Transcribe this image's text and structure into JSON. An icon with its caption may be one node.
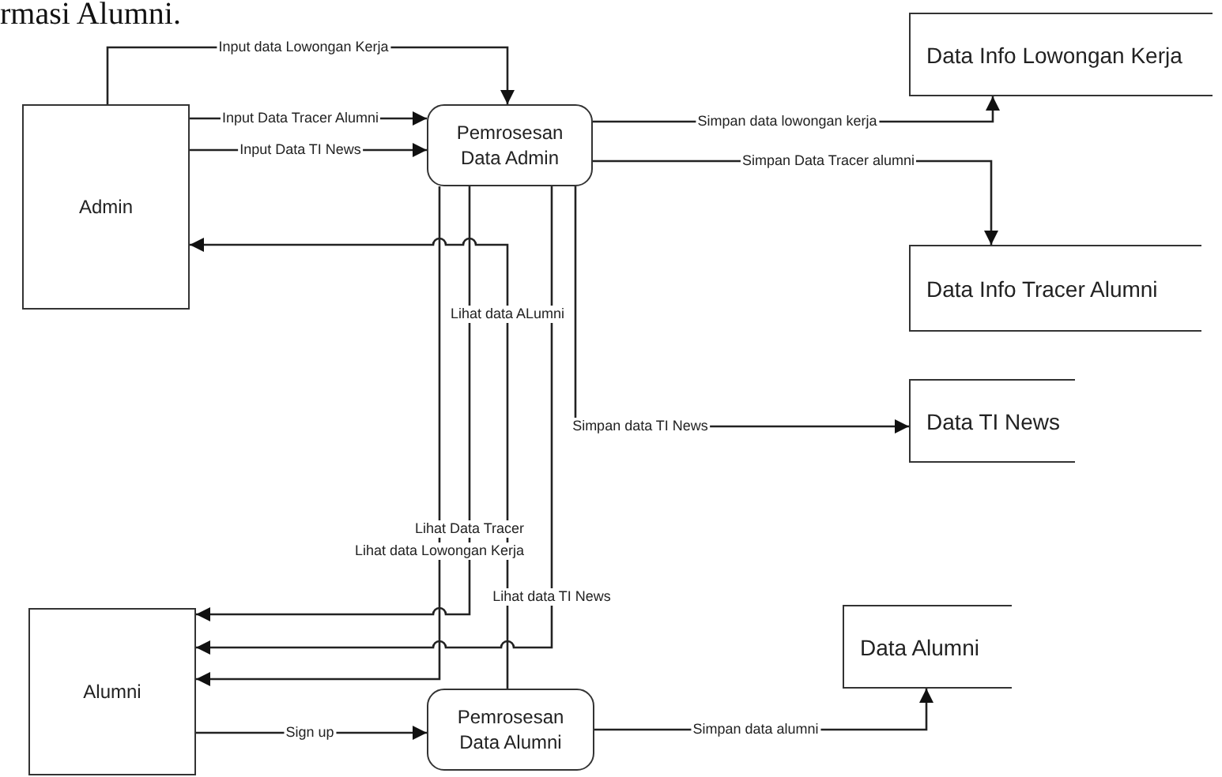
{
  "diagram": {
    "nodes": [
      {
        "text": [
          "Admin"
        ]
      },
      {
        "text": [
          "Pemrosesan Data Admin"
        ]
      },
      {
        "text": [
          "Data Info Lowongan Kerja"
        ]
      },
      {
        "text": [
          "Data Info Tracer Alumni"
        ]
      },
      {
        "text": [
          "Data TI News"
        ]
      },
      {
        "text": [
          "Alumni"
        ]
      },
      {
        "text": [
          "Pemrosesan Data Alumni"
        ]
      },
      {
        "text": [
          "Data Alumni"
        ]
      }
    ],
    "edges": [
      {
        "from": 0,
        "to": 1,
        "arrow": "to",
        "label": "Input data Lowongan Kerja"
      },
      {
        "from": 0,
        "to": 1,
        "arrow": "to",
        "label": "Input Data Tracer Alumni"
      },
      {
        "from": 0,
        "to": 1,
        "arrow": "to",
        "label": "Input Data TI News"
      },
      {
        "from": 1,
        "to": 2,
        "arrow": "to",
        "label": "Simpan data lowongan kerja"
      },
      {
        "from": 1,
        "to": 3,
        "arrow": "to",
        "label": "Simpan Data Tracer alumni"
      },
      {
        "from": 1,
        "to": 4,
        "arrow": "to",
        "label": "Simpan data TI News"
      },
      {
        "from": 6,
        "to": 0,
        "arrow": "to",
        "label": "Lihat data ALumni"
      },
      {
        "from": 1,
        "to": 5,
        "arrow": "to",
        "label": "Lihat Data Tracer"
      },
      {
        "from": 1,
        "to": 5,
        "arrow": "to",
        "label": "Lihat data Lowongan Kerja"
      },
      {
        "from": 1,
        "to": 5,
        "arrow": "to",
        "label": "Lihat data TI News"
      },
      {
        "from": 5,
        "to": 6,
        "arrow": "to",
        "label": "Sign up"
      },
      {
        "from": 6,
        "to": 7,
        "arrow": "to",
        "label": "Simpan data alumni"
      }
    ],
    "labels": [
      "rmasi Alumni."
    ]
  }
}
